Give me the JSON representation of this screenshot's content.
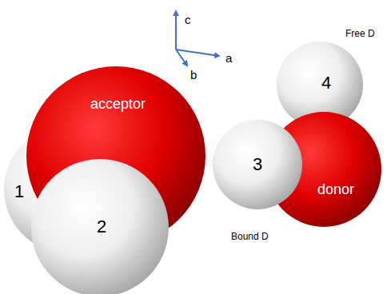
{
  "diagram": {
    "nodes": [
      {
        "text": [
          "acceptor"
        ]
      },
      {
        "text": [
          "1"
        ]
      },
      {
        "text": [
          "2"
        ]
      },
      {
        "text": [
          "3"
        ]
      },
      {
        "text": [
          "donor"
        ]
      },
      {
        "text": [
          "4"
        ]
      }
    ],
    "labels": [
      "c",
      "a",
      "b",
      "Free D",
      "Bound D"
    ]
  }
}
